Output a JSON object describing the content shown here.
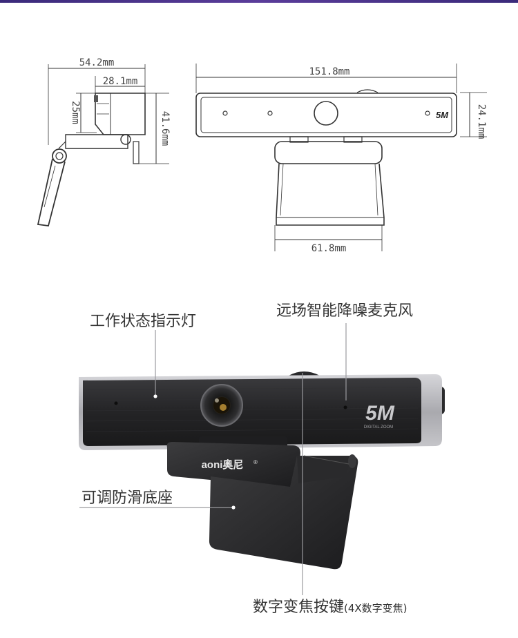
{
  "dimensions": {
    "side_width": "54.2mm",
    "side_depth": "28.1mm",
    "side_lens_height": "25mm",
    "side_height": "41.6mm",
    "front_width": "151.8mm",
    "front_height": "24.1mm",
    "base_width": "61.8mm"
  },
  "badges": {
    "resolution": "5M",
    "zoom_caption": "DIGITAL ZOOM",
    "brand": "aoni奥尼",
    "registered": "®"
  },
  "callouts": {
    "status_light": "工作状态指示灯",
    "microphone": "远场智能降噪麦克风",
    "base": "可调防滑底座",
    "zoom_button": "数字变焦按键",
    "zoom_button_note": "(4X数字变焦)"
  },
  "colors": {
    "accent_bar": "#4a3590",
    "camera_body": "#2b2b2d",
    "camera_frame": "#b8b8bc",
    "line": "#333333"
  }
}
